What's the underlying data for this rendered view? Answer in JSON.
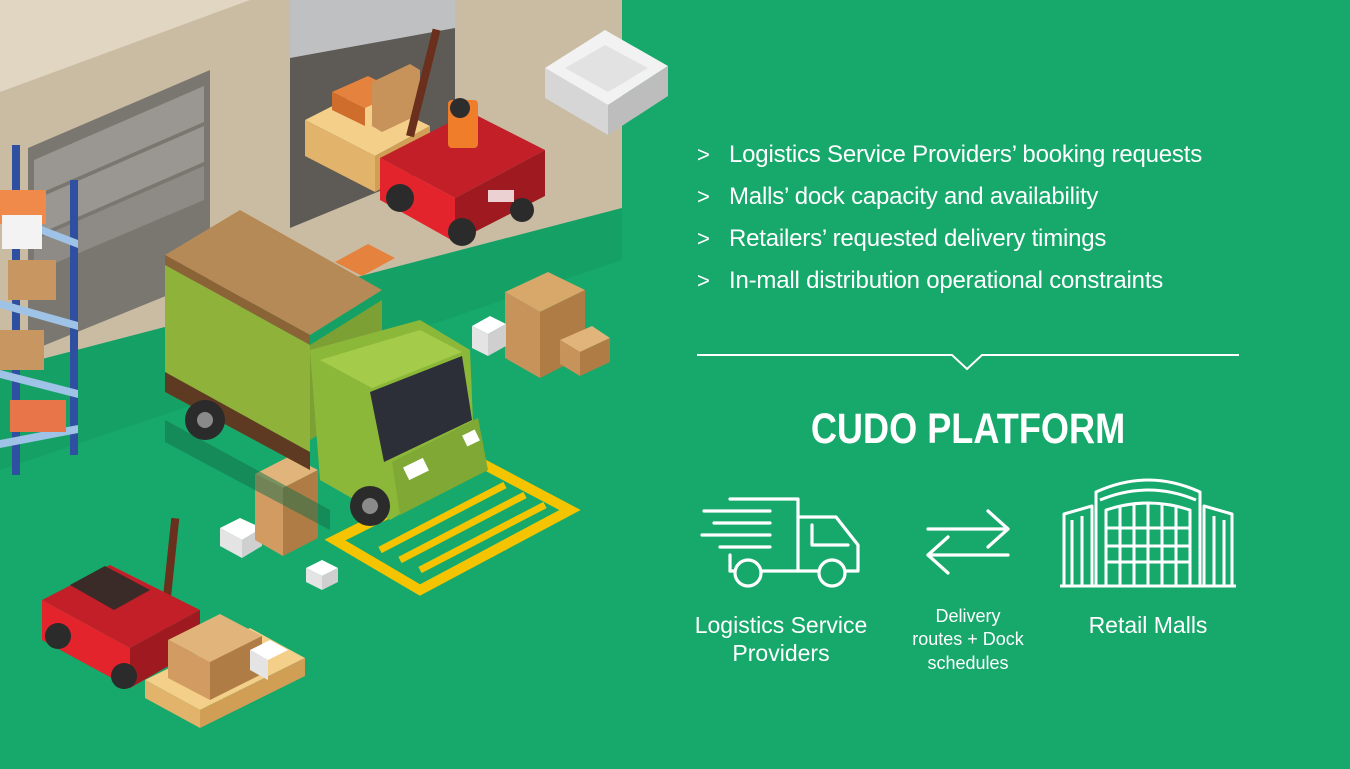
{
  "colors": {
    "background": "#17a86b",
    "text": "#ffffff",
    "floor_line": "#f5c400"
  },
  "illustration": {
    "description_icon": "warehouse-loading-dock-icon"
  },
  "inputs": {
    "title": "inputs",
    "items": [
      {
        "marker": ">",
        "text": "Logistics Service Providers’ booking requests"
      },
      {
        "marker": ">",
        "text": "Malls’ dock capacity and availability"
      },
      {
        "marker": ">",
        "text": "Retailers’ requested delivery timings"
      },
      {
        "marker": ">",
        "text": "In-mall distribution operational constraints"
      }
    ]
  },
  "platform": {
    "title": "CUDO PLATFORM"
  },
  "flow": {
    "left": {
      "icon": "delivery-truck-icon",
      "line1": "Logistics Service",
      "line2": "Providers"
    },
    "middle": {
      "icon": "exchange-arrows-icon",
      "line1": "Delivery",
      "line2": "routes + Dock",
      "line3": "schedules"
    },
    "right": {
      "icon": "shopping-mall-icon",
      "line1": "Retail Malls"
    }
  }
}
